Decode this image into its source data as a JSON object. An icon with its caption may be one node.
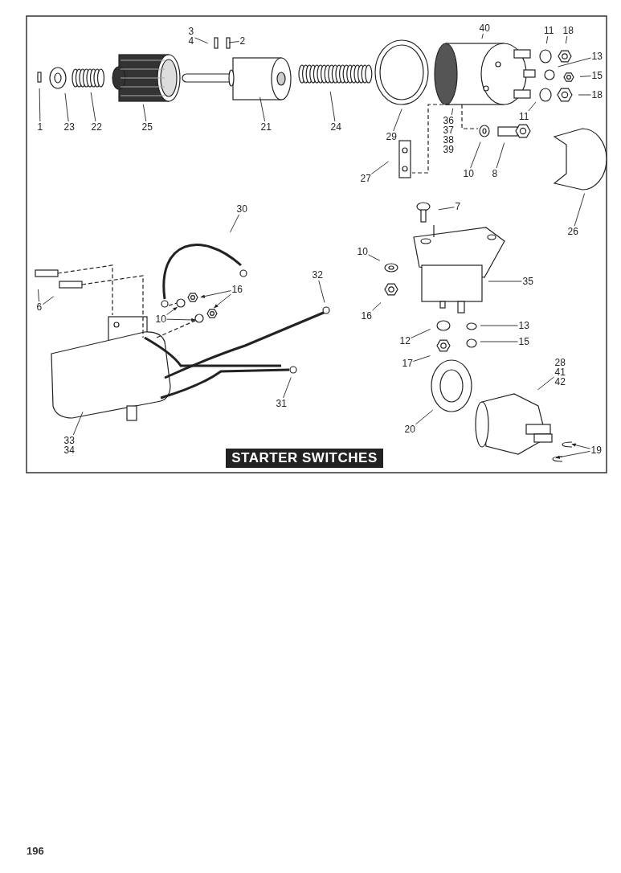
{
  "diagram": {
    "title": "STARTER SWITCHES",
    "nodes": [
      {
        "text": [
          "3 4"
        ]
      },
      {
        "text": [
          "2"
        ]
      },
      {
        "text": [
          "40"
        ]
      },
      {
        "text": [
          "11"
        ]
      },
      {
        "text": [
          "18"
        ]
      },
      {
        "text": [
          "13"
        ]
      },
      {
        "text": [
          "15"
        ]
      },
      {
        "text": [
          "18"
        ]
      },
      {
        "text": [
          "1"
        ]
      },
      {
        "text": [
          "23"
        ]
      },
      {
        "text": [
          "22"
        ]
      },
      {
        "text": [
          "25"
        ]
      },
      {
        "text": [
          "21"
        ]
      },
      {
        "text": [
          "24"
        ]
      },
      {
        "text": [
          "29"
        ]
      },
      {
        "text": [
          "36 37 38 39"
        ]
      },
      {
        "text": [
          "11"
        ]
      },
      {
        "text": [
          "27"
        ]
      },
      {
        "text": [
          "10"
        ]
      },
      {
        "text": [
          "8"
        ]
      },
      {
        "text": [
          "26"
        ]
      },
      {
        "text": [
          "7"
        ]
      },
      {
        "text": [
          "30"
        ]
      },
      {
        "text": [
          "32"
        ]
      },
      {
        "text": [
          "6"
        ]
      },
      {
        "text": [
          "16"
        ]
      },
      {
        "text": [
          "10"
        ]
      },
      {
        "text": [
          "10"
        ]
      },
      {
        "text": [
          "35"
        ]
      },
      {
        "text": [
          "16"
        ]
      },
      {
        "text": [
          "12"
        ]
      },
      {
        "text": [
          "13"
        ]
      },
      {
        "text": [
          "17"
        ]
      },
      {
        "text": [
          "15"
        ]
      },
      {
        "text": [
          "31"
        ]
      },
      {
        "text": [
          "28 41 42"
        ]
      },
      {
        "text": [
          "20"
        ]
      },
      {
        "text": [
          "33 34"
        ]
      },
      {
        "text": [
          "19"
        ]
      }
    ],
    "edges": [
      {
        "from": 0,
        "to": null,
        "arrow": "none"
      },
      {
        "from": 1,
        "to": null,
        "arrow": "none"
      },
      {
        "from": 2,
        "to": null,
        "arrow": "none"
      },
      {
        "from": 3,
        "to": null,
        "arrow": "none"
      },
      {
        "from": 4,
        "to": null,
        "arrow": "none"
      },
      {
        "from": 5,
        "to": null,
        "arrow": "none"
      },
      {
        "from": 6,
        "to": null,
        "arrow": "none"
      },
      {
        "from": 7,
        "to": null,
        "arrow": "none"
      },
      {
        "from": 8,
        "to": null,
        "arrow": "none"
      },
      {
        "from": 9,
        "to": null,
        "arrow": "none"
      },
      {
        "from": 10,
        "to": null,
        "arrow": "none"
      },
      {
        "from": 11,
        "to": null,
        "arrow": "none"
      },
      {
        "from": 12,
        "to": null,
        "arrow": "none"
      },
      {
        "from": 13,
        "to": null,
        "arrow": "none"
      },
      {
        "from": 14,
        "to": null,
        "arrow": "none"
      },
      {
        "from": 15,
        "to": null,
        "arrow": "none"
      },
      {
        "from": 16,
        "to": null,
        "arrow": "none"
      },
      {
        "from": 17,
        "to": null,
        "arrow": "none"
      },
      {
        "from": 18,
        "to": null,
        "arrow": "none"
      },
      {
        "from": 19,
        "to": null,
        "arrow": "none"
      },
      {
        "from": 20,
        "to": null,
        "arrow": "none"
      },
      {
        "from": 21,
        "to": null,
        "arrow": "none"
      },
      {
        "from": 22,
        "to": null,
        "arrow": "none"
      },
      {
        "from": 23,
        "to": null,
        "arrow": "none"
      },
      {
        "from": 24,
        "to": null,
        "arrow": "none"
      },
      {
        "from": 24,
        "to": null,
        "arrow": "none"
      },
      {
        "from": 25,
        "to": null,
        "arrow": "to"
      },
      {
        "from": 25,
        "to": null,
        "arrow": "to"
      },
      {
        "from": 26,
        "to": null,
        "arrow": "to"
      },
      {
        "from": 26,
        "to": null,
        "arrow": "to"
      },
      {
        "from": 27,
        "to": null,
        "arrow": "none"
      },
      {
        "from": 28,
        "to": null,
        "arrow": "none"
      },
      {
        "from": 29,
        "to": null,
        "arrow": "none"
      },
      {
        "from": 30,
        "to": null,
        "arrow": "none"
      },
      {
        "from": 31,
        "to": null,
        "arrow": "none"
      },
      {
        "from": 32,
        "to": null,
        "arrow": "none"
      },
      {
        "from": 33,
        "to": null,
        "arrow": "none"
      },
      {
        "from": 34,
        "to": null,
        "arrow": "none"
      },
      {
        "from": 35,
        "to": null,
        "arrow": "none"
      },
      {
        "from": 36,
        "to": null,
        "arrow": "none"
      },
      {
        "from": 37,
        "to": null,
        "arrow": "none"
      },
      {
        "from": 38,
        "to": null,
        "arrow": "to"
      },
      {
        "from": 38,
        "to": null,
        "arrow": "to"
      }
    ],
    "labels": [
      "196"
    ]
  }
}
